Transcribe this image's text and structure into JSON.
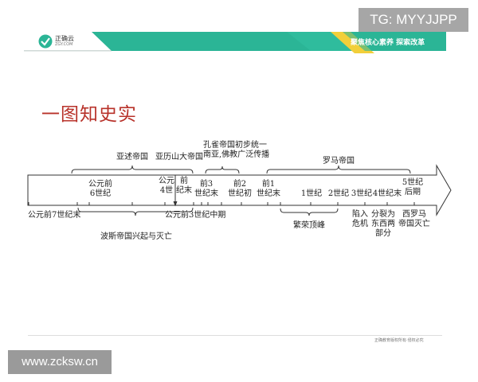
{
  "watermarks": {
    "top_right": "TG: MYYJJPP",
    "bottom_left": "www.zcksw.cn"
  },
  "header": {
    "logo_name": "正确云",
    "logo_domain": "ZGY.COM",
    "banner_text": "聚焦核心素养 探索改革",
    "colors": {
      "green": "#2bb596",
      "yellow": "#f2cf3a"
    }
  },
  "title": "一图知史实",
  "timeline": {
    "above": [
      {
        "text": "亚述帝国"
      },
      {
        "text": "亚历山大帝国"
      },
      {
        "lines": [
          "孔雀帝国初步统一",
          "南亚,佛教广泛传播"
        ]
      },
      {
        "text": "罗马帝国"
      }
    ],
    "inside": [
      {
        "lines": [
          "公元前",
          "6世纪"
        ]
      },
      {
        "lines": [
          "公元",
          "4世"
        ]
      },
      {
        "lines": [
          "前",
          "纪末"
        ]
      },
      {
        "lines": [
          "前3",
          "世纪末"
        ]
      },
      {
        "lines": [
          "前2",
          "世纪初"
        ]
      },
      {
        "lines": [
          "前1",
          "世纪末"
        ]
      },
      {
        "lines": [
          "",
          "1世纪"
        ]
      },
      {
        "lines": [
          "",
          "2世纪"
        ]
      },
      {
        "lines": [
          "",
          "3世纪"
        ]
      },
      {
        "lines": [
          "",
          "4世纪末"
        ]
      },
      {
        "lines": [
          "5世纪",
          "后期"
        ]
      }
    ],
    "below": [
      {
        "text": "公元前7世纪末"
      },
      {
        "text": "公元前3世纪中期"
      },
      {
        "text": "波斯帝国兴起与灭亡"
      },
      {
        "text": "繁荣顶峰"
      },
      {
        "lines": [
          "陷入",
          "危机"
        ]
      },
      {
        "lines": [
          "分裂为",
          "东西两",
          "部分"
        ]
      },
      {
        "lines": [
          "西罗马",
          "帝国灭亡"
        ]
      }
    ]
  },
  "footer": "正确教育版权所有·侵权必究"
}
